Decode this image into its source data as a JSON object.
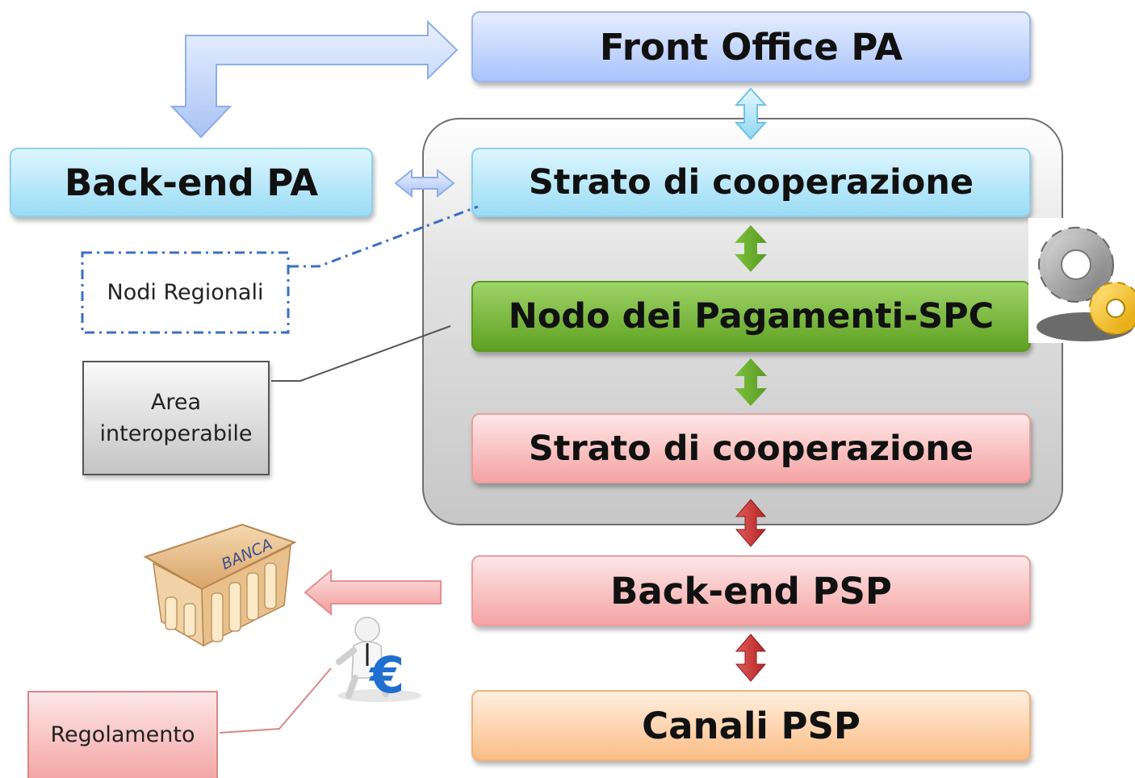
{
  "boxes": {
    "front_office": "Front Office PA",
    "backend_pa": "Back-end PA",
    "strato_top": "Strato di cooperazione",
    "nodo": "Nodo dei Pagamenti-SPC",
    "strato_bottom": "Strato di cooperazione",
    "backend_psp": "Back-end PSP",
    "canali_psp": "Canali PSP"
  },
  "notes": {
    "nodi_regionali": "Nodi Regionali",
    "area_line1": "Area",
    "area_line2": "interoperabile",
    "regolamento": "Regolamento"
  },
  "images": {
    "bank_sign": "BANCA",
    "gear_icon": "gear-icon",
    "person_euro_icon": "person-euro-icon",
    "bank_icon": "bank-building-icon"
  },
  "colors": {
    "blue": "#a9c3fb",
    "cyan": "#9bdcf5",
    "green": "#5fa022",
    "pink": "#f5a3a3",
    "orange": "#fbbd85",
    "dash_blue": "#3b6fc4"
  }
}
